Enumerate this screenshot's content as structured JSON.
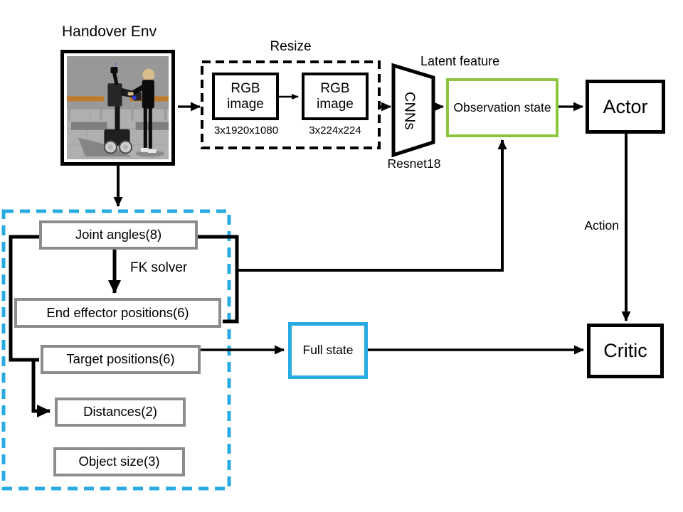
{
  "title": "Handover Env",
  "resize": {
    "title": "Resize",
    "rgb_in": "RGB image",
    "rgb_in_size": "3x1920x1080",
    "rgb_out": "RGB image",
    "rgb_out_size": "3x224x224"
  },
  "encoder": {
    "cnn": "CNNs",
    "backbone": "Resnet18"
  },
  "latent": {
    "caption": "Latent feature",
    "box": "Observation state"
  },
  "rl": {
    "actor": "Actor",
    "critic": "Critic",
    "action": "Action"
  },
  "full_state": "Full state",
  "proprio": {
    "joint": "Joint angles(8)",
    "fk": "FK solver",
    "end_effector": "End effector positions(6)",
    "target": "Target positions(6)",
    "distances": "Distances(2)",
    "object_size": "Object size(3)"
  },
  "colors": {
    "accent_green": "#8CC63F",
    "accent_blue": "#29ABE2",
    "box_gray": "#8C8C8C",
    "line_black": "#000000"
  }
}
